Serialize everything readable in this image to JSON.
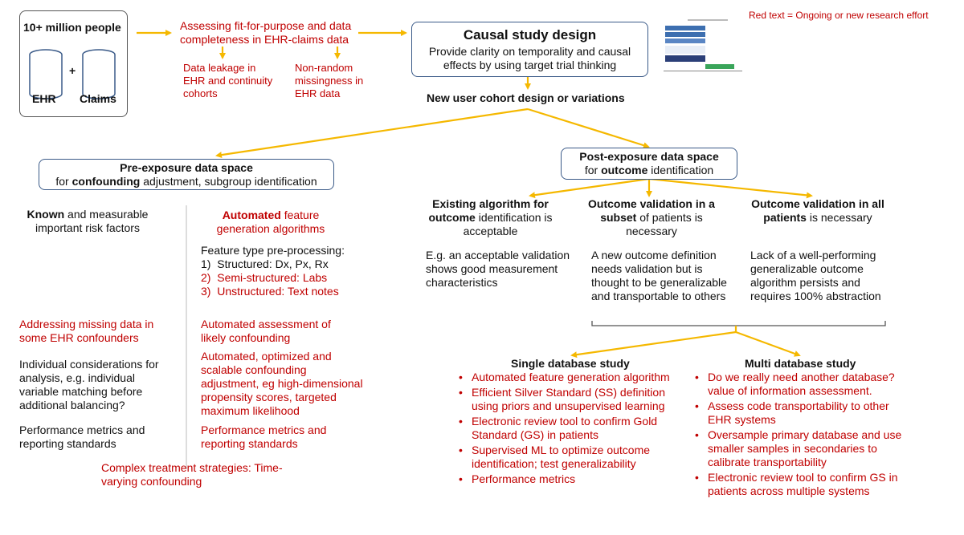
{
  "legend": "Red text = Ongoing or new research effort",
  "source": {
    "title": "10+ million people",
    "plus": "+",
    "ehr": "EHR",
    "claims": "Claims"
  },
  "assess": {
    "title": "Assessing fit-for-purpose and data completeness in EHR-claims data",
    "leak": "Data leakage in EHR and continuity cohorts",
    "missing": "Non-random missingness in EHR data"
  },
  "causal": {
    "title": "Causal study design",
    "body": "Provide clarity on temporality and causal effects by using target trial thinking"
  },
  "new_user": "New user cohort design or variations",
  "pre": {
    "title": "Pre-exposure data space",
    "sub_before": "for ",
    "sub_bold": "confounding",
    "sub_after": " adjustment, subgroup identification",
    "known_bold": "Known",
    "known_rest": " and measurable important risk factors",
    "auto_bold": "Automated",
    "auto_rest": " feature generation algorithms",
    "feature_title": "Feature type pre-processing:",
    "features": [
      {
        "n": "1)",
        "text": "Structured: Dx, Px, Rx",
        "red": false
      },
      {
        "n": "2)",
        "text": "Semi-structured: Labs",
        "red": true
      },
      {
        "n": "3)",
        "text": "Unstructured: Text notes",
        "red": true
      }
    ],
    "left_items": [
      {
        "text": "Addressing missing data in some EHR confounders",
        "red": true
      },
      {
        "text": "Individual considerations for analysis, e.g. individual variable matching before additional balancing?",
        "red": false
      },
      {
        "text": "Performance metrics and reporting standards",
        "red": false
      }
    ],
    "right_items": [
      {
        "text": "Automated assessment of likely confounding",
        "red": true
      },
      {
        "text": "Automated, optimized and scalable confounding adjustment, eg high-dimensional propensity scores, targeted maximum likelihood",
        "red": true
      },
      {
        "text": "Performance metrics and reporting standards",
        "red": true
      }
    ],
    "complex": "Complex treatment strategies: Time-varying confounding"
  },
  "post": {
    "title": "Post-exposure data space",
    "sub_before": "for ",
    "sub_bold": "outcome",
    "sub_after": " identification",
    "cols": [
      {
        "head_bold1": "Existing algorithm for",
        "head_bold2": "outcome",
        "head_rest": " identification is acceptable",
        "body": "E.g. an acceptable validation shows good measurement characteristics"
      },
      {
        "head_bold1": "Outcome validation in a",
        "head_bold2": "subset",
        "head_rest": " of patients is necessary",
        "body": "A new outcome definition needs validation but is thought to be generalizable and transportable to others"
      },
      {
        "head_bold1": "Outcome validation in all",
        "head_bold2": "patients",
        "head_rest": " is necessary",
        "body": "Lack of a well-performing generalizable outcome algorithm persists and requires 100% abstraction"
      }
    ]
  },
  "single": {
    "title": "Single database study",
    "items": [
      "Automated feature generation algorithm",
      "Efficient Silver Standard (SS) definition using priors and unsupervised learning",
      "Electronic review tool to confirm Gold Standard (GS) in patients",
      "Supervised ML to optimize outcome identification; test generalizability",
      "Performance metrics"
    ]
  },
  "multi": {
    "title": "Multi database study",
    "items": [
      "Do we really need another database? value of information assessment.",
      "Assess code transportability to other EHR systems",
      "Oversample primary database and use smaller samples in secondaries to calibrate transportability",
      "Electronic review tool to confirm GS in patients across multiple systems"
    ]
  },
  "colors": {
    "arrow": "#f5b800",
    "red": "#c00000",
    "box_border": "#3a5a88",
    "thumb_blue": "#3d6fb0",
    "thumb_dark": "#2b3f78",
    "thumb_green": "#3aa55a"
  }
}
